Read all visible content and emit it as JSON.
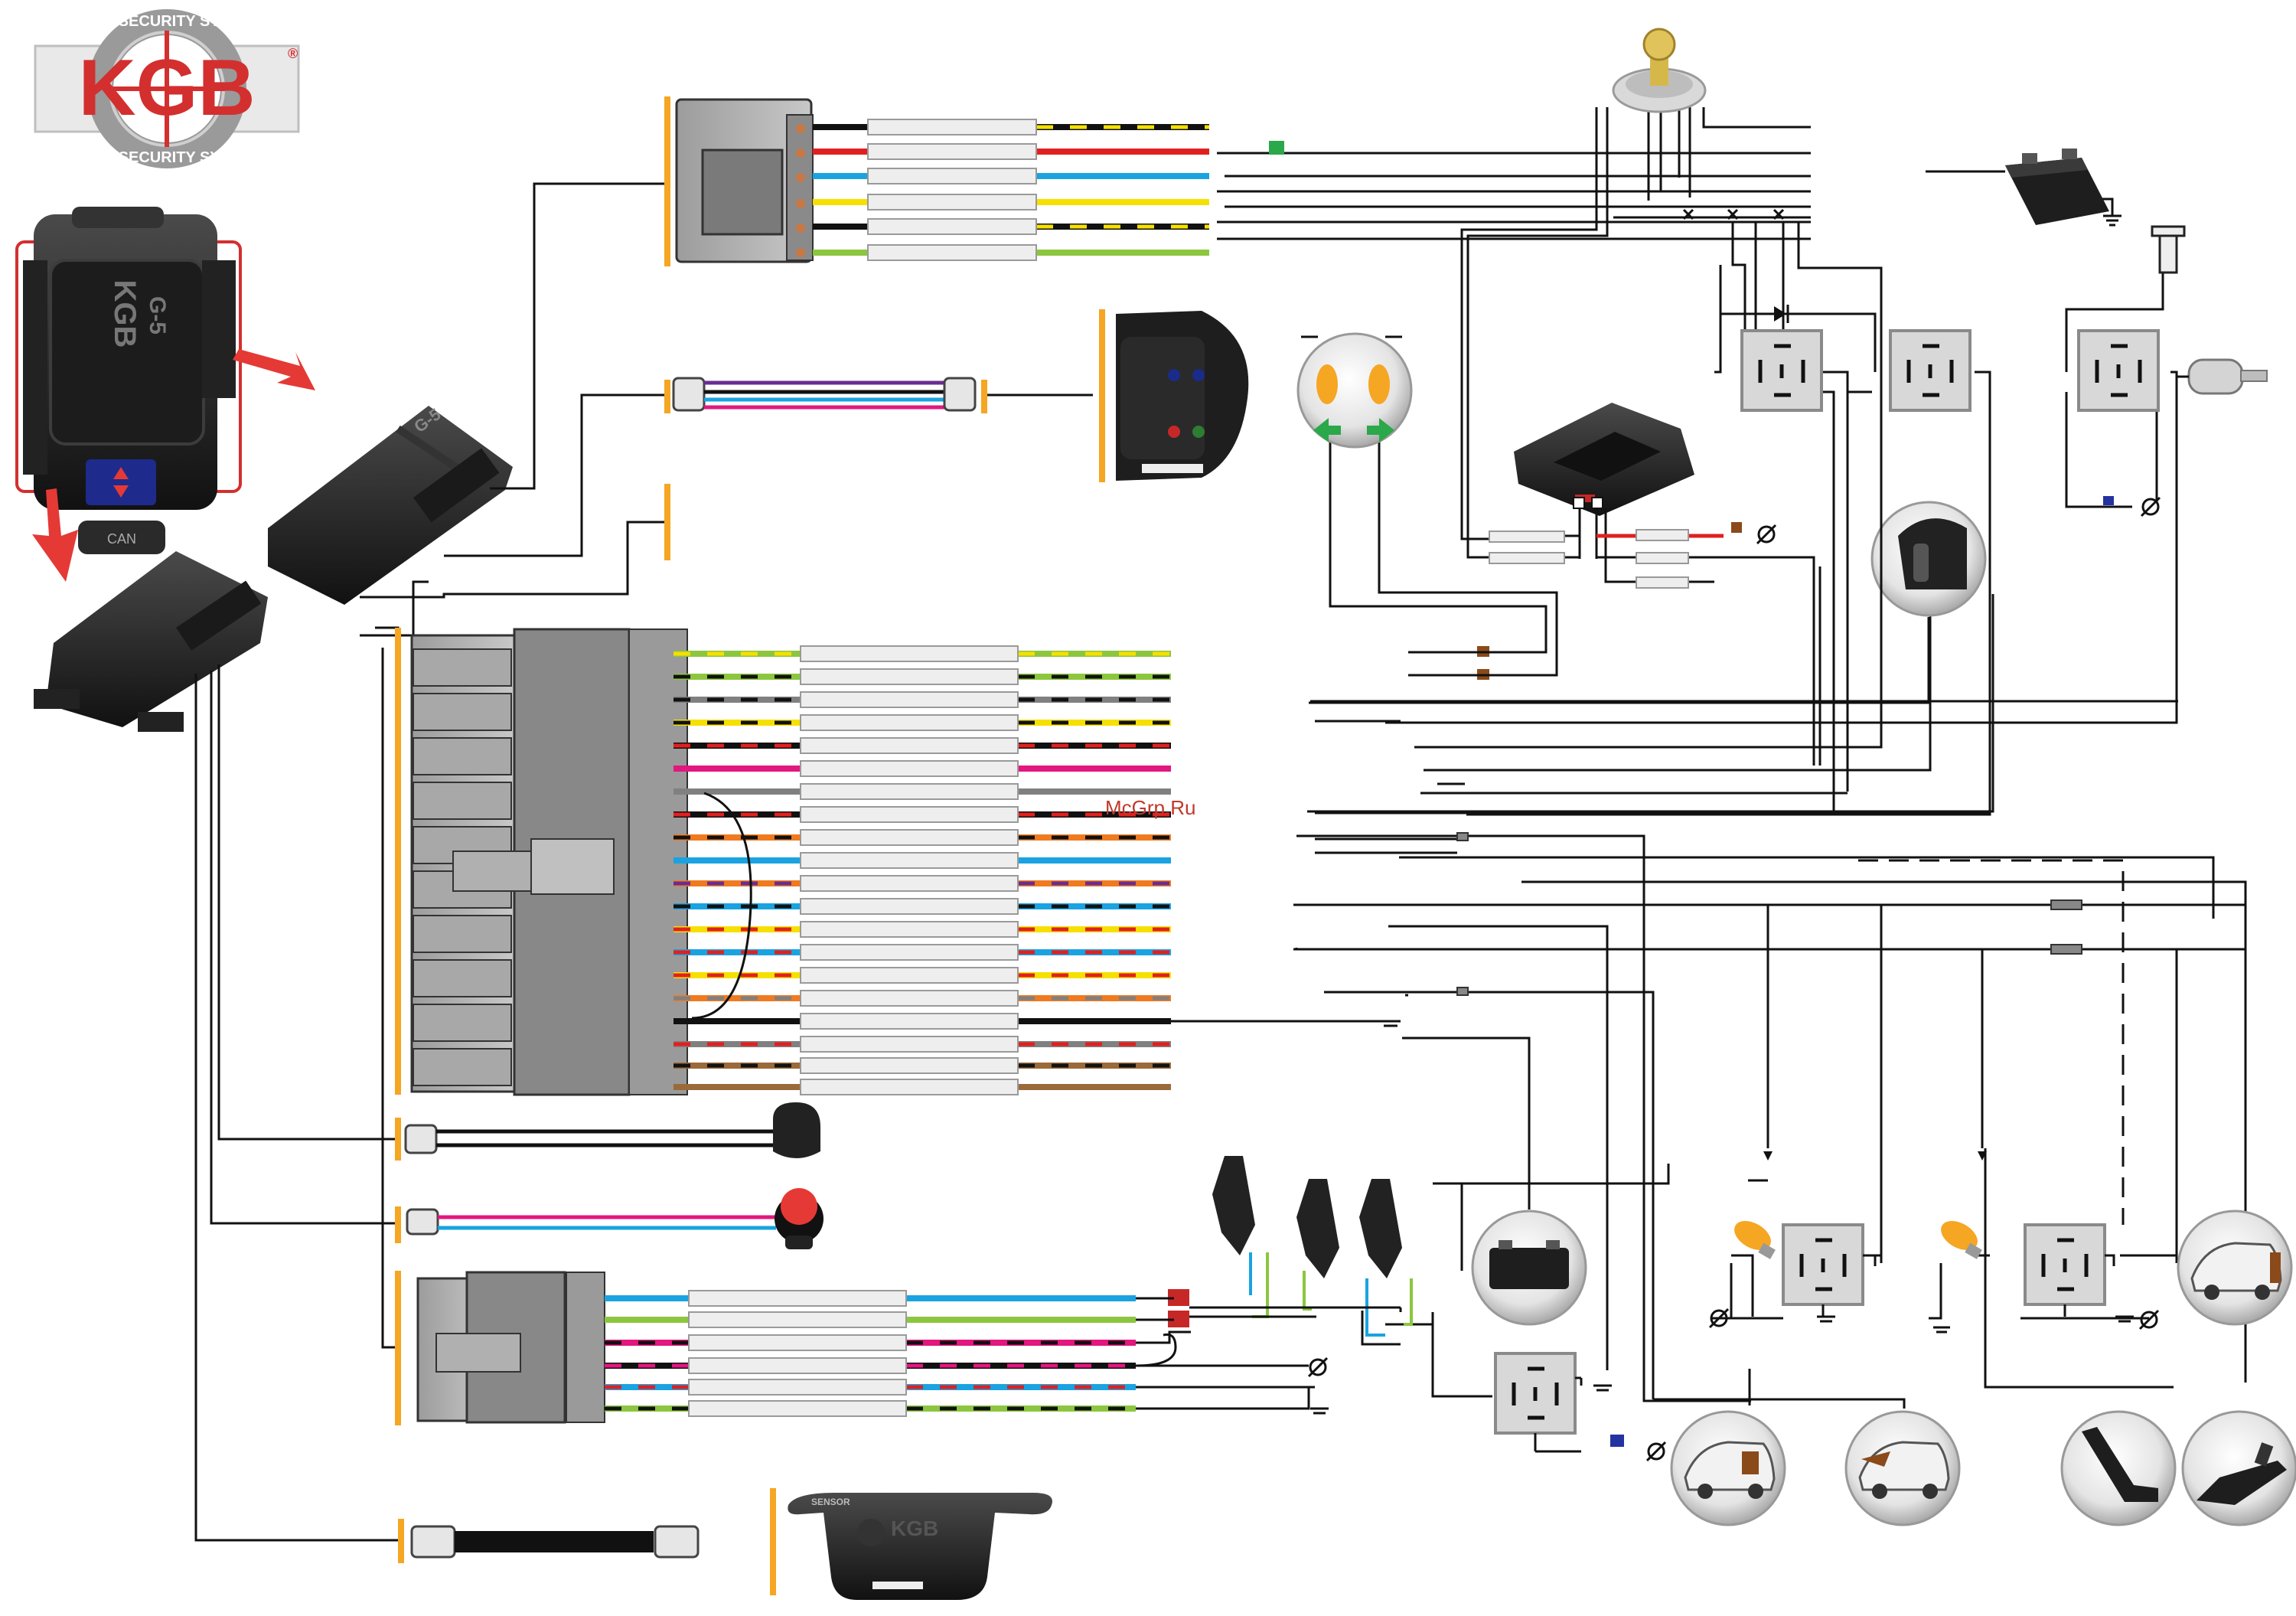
{
  "logo": {
    "text": "KGB",
    "ring_text": "AUTO SECURITY SYSTEM",
    "registered": "®",
    "color": "#d32f2f"
  },
  "units": {
    "main_unit_label": "G-5",
    "main_unit_top_label": "KGB",
    "side_unit_label": "G-5",
    "can_label": "CAN",
    "pager_brand": "KGB",
    "pager_model": "SENSOR"
  },
  "watermark": "McGrp.Ru",
  "relay_pins": {
    "top": "",
    "mid": ""
  },
  "colors": {
    "accent_orange": "#f5a623",
    "brand_red": "#d32f2f",
    "wire_black": "#111111",
    "wire_red": "#e02020",
    "wire_blue": "#1aa3e0",
    "wire_yellow": "#f5e000",
    "wire_green": "#8cc63f",
    "wire_gray": "#808080",
    "wire_pink": "#e2177f",
    "wire_orange": "#f07a20",
    "wire_brown": "#9a6a3a",
    "wire_purple": "#6a2c91"
  }
}
